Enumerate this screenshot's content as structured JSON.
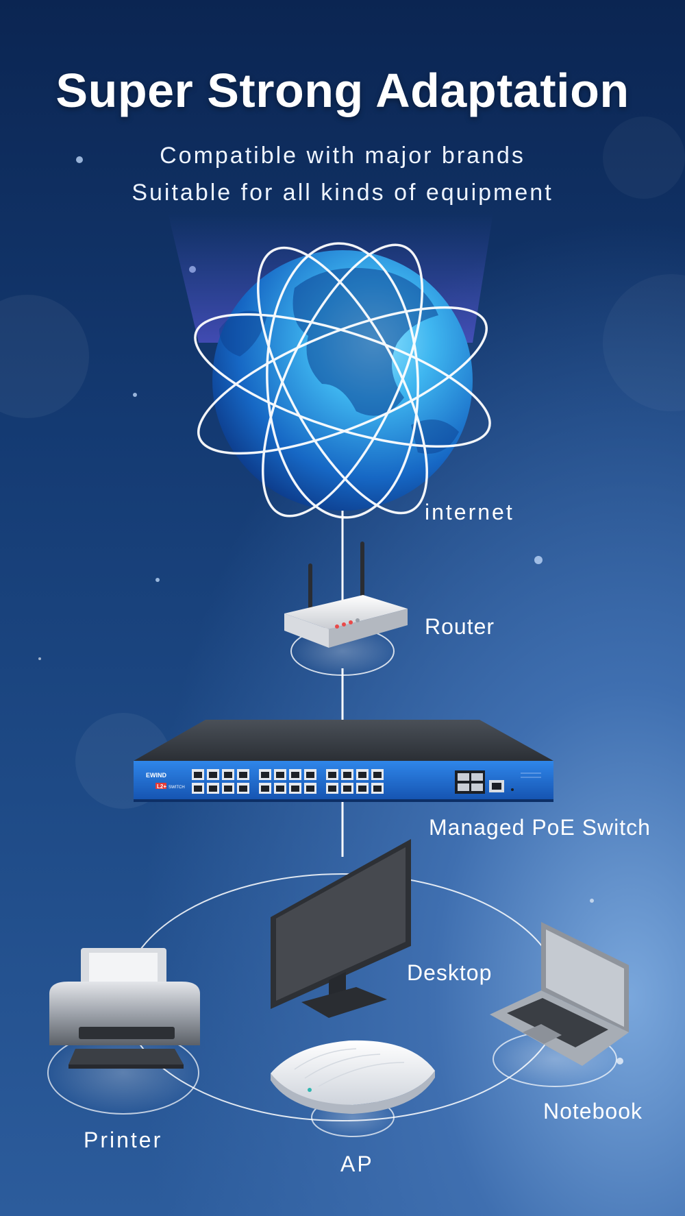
{
  "header": {
    "title": "Super Strong Adaptation",
    "subtitle_line1": "Compatible with major brands",
    "subtitle_line2": "Suitable for all kinds of equipment"
  },
  "nodes": {
    "internet": "internet",
    "router": "Router",
    "switch": "Managed PoE Switch",
    "desktop": "Desktop",
    "notebook": "Notebook",
    "printer": "Printer",
    "ap": "AP"
  },
  "switch_device": {
    "brand": "EWIND",
    "badge": "L2+",
    "badge_suffix": "SWITCH"
  },
  "colors": {
    "background_top": "#0b2552",
    "background_bottom": "#2c5c9c",
    "switch_front": "#1f6fd6",
    "globe_highlight": "#3fb6f0"
  },
  "icons": [
    "globe-icon",
    "router-icon",
    "switch-icon",
    "monitor-icon",
    "laptop-icon",
    "printer-icon",
    "access-point-icon"
  ]
}
